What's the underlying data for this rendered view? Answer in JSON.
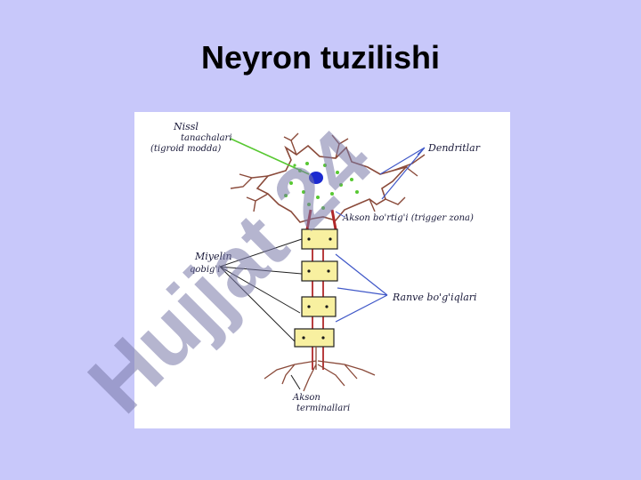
{
  "slide": {
    "title": "Neyron tuzilishi"
  },
  "diagram": {
    "labels": {
      "nissl_line1": "Nissl",
      "nissl_line2": "tanachalari",
      "nissl_line3": "(tigroid modda)",
      "dendrites": "Dendritlar",
      "axon_hillock": "Akson bo'rtig'i (trigger zona)",
      "myelin_line1": "Miyelin",
      "myelin_line2": "qobig'i",
      "ranvier": "Ranve bo'g'iqlari",
      "terminals_line1": "Akson",
      "terminals_line2": "terminallari"
    },
    "colors": {
      "cell_body_outline": "#8a4a3a",
      "nucleus": "#1c2ad0",
      "nissl_dots": "#58c832",
      "axon": "#b0282a",
      "myelin_fill": "#f8f0a0",
      "myelin_outline": "#202020",
      "pointer_lines_blue": "#4058c8",
      "pointer_lines_dark": "#202020",
      "pointer_line_green": "#58c832"
    }
  },
  "watermark": {
    "text": "Hujjat 24",
    "color": "#7878a8"
  }
}
